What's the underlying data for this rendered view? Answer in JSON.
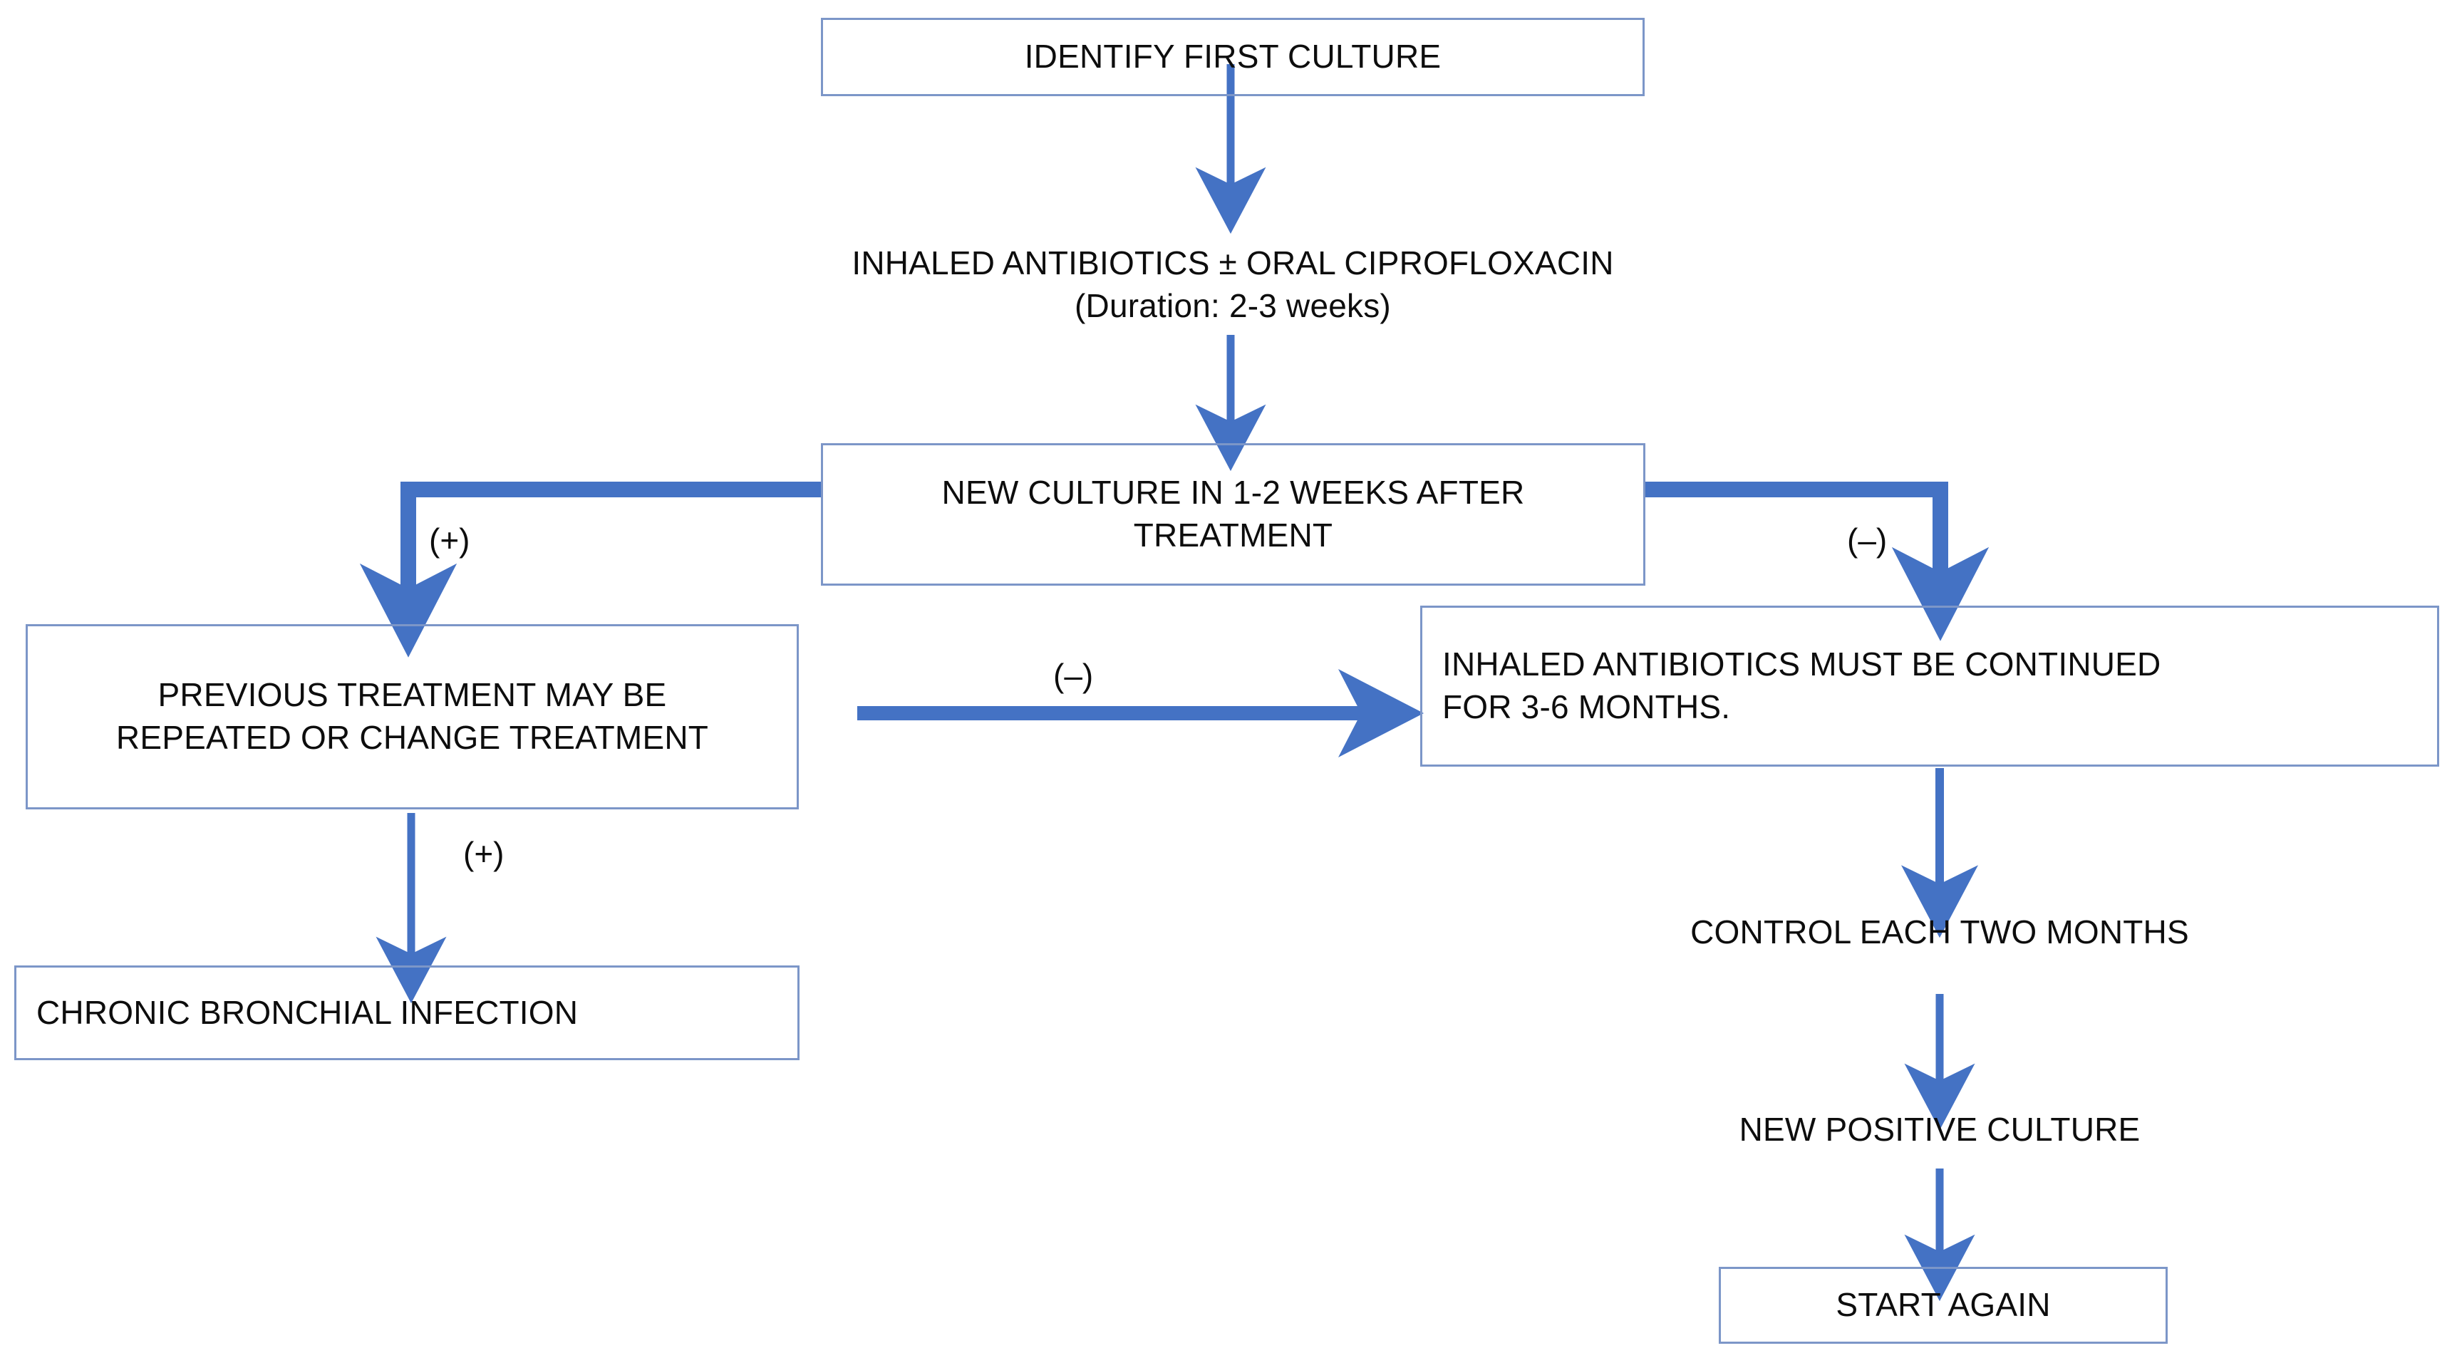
{
  "diagram": {
    "title": "Bronchial infection antibiotic treatment flowchart",
    "colors": {
      "arrow_blue": "#4472C4",
      "box_border_blue": "#7C96C8",
      "text_black": "#0D0D0D",
      "background": "#FFFFFF"
    },
    "nodes": [
      {
        "id": "identify-first-culture",
        "text": "IDENTIFY FIRST CULTURE",
        "boxed": true,
        "align": "center"
      },
      {
        "id": "inhaled-antibiotics-ciprofloxacin",
        "text": "INHALED ANTIBIOTICS ± ORAL CIPROFLOXACIN\n(Duration: 2-3 weeks)",
        "boxed": false,
        "align": "center"
      },
      {
        "id": "new-culture-after-treatment",
        "text": "NEW CULTURE IN 1-2 WEEKS AFTER\nTREATMENT",
        "boxed": true,
        "align": "center"
      },
      {
        "id": "previous-treatment-repeated",
        "text": "PREVIOUS TREATMENT MAY BE\nREPEATED OR CHANGE TREATMENT",
        "boxed": true,
        "align": "center"
      },
      {
        "id": "inhaled-antibiotics-continued",
        "text": "INHALED ANTIBIOTICS MUST BE CONTINUED\nFOR  3-6 MONTHS.",
        "boxed": true,
        "align": "left"
      },
      {
        "id": "chronic-bronchial-infection",
        "text": "CHRONIC BRONCHIAL INFECTION",
        "boxed": true,
        "align": "left"
      },
      {
        "id": "control-each-two-months",
        "text": "CONTROL EACH TWO MONTHS",
        "boxed": false,
        "align": "center"
      },
      {
        "id": "new-positive-culture",
        "text": "NEW POSITIVE CULTURE",
        "boxed": false,
        "align": "center"
      },
      {
        "id": "start-again",
        "text": "START AGAIN",
        "boxed": true,
        "align": "center"
      }
    ],
    "edge_labels": [
      {
        "id": "positive-branch-label",
        "text": "(+)"
      },
      {
        "id": "negative-branch-label",
        "text": "(–)"
      },
      {
        "id": "negative-crossover-label",
        "text": "(–)"
      },
      {
        "id": "positive-chronic-label",
        "text": "(+)"
      }
    ]
  }
}
